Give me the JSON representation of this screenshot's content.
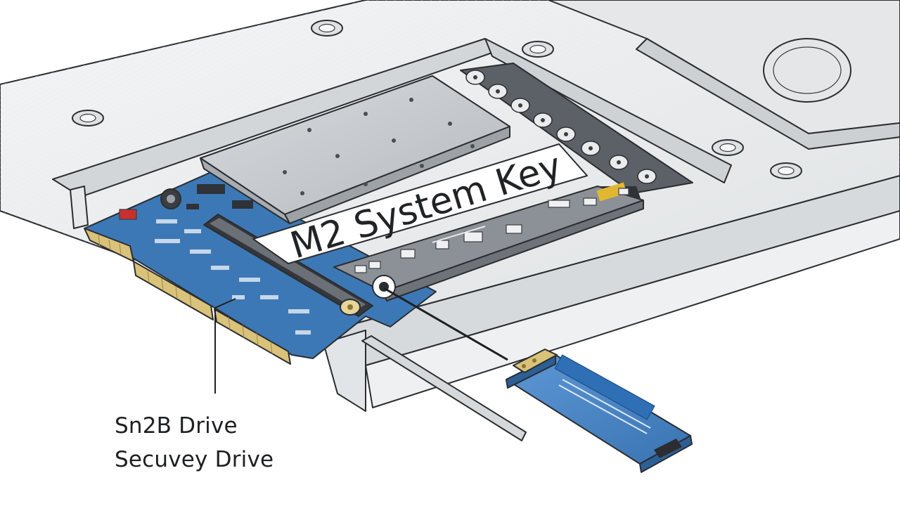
{
  "panel_label": "M2 System Key",
  "callout": {
    "line1": "Sn2B Drive",
    "line2": "Secuvey Drive"
  },
  "colors": {
    "chassis": "#eceeef",
    "pcb_blue": "#3d78b6",
    "gold": "#d9c27a",
    "ssd_blue": "#4a86c8",
    "heatsink": "#c9cccf",
    "dark_board": "#5c6167"
  }
}
